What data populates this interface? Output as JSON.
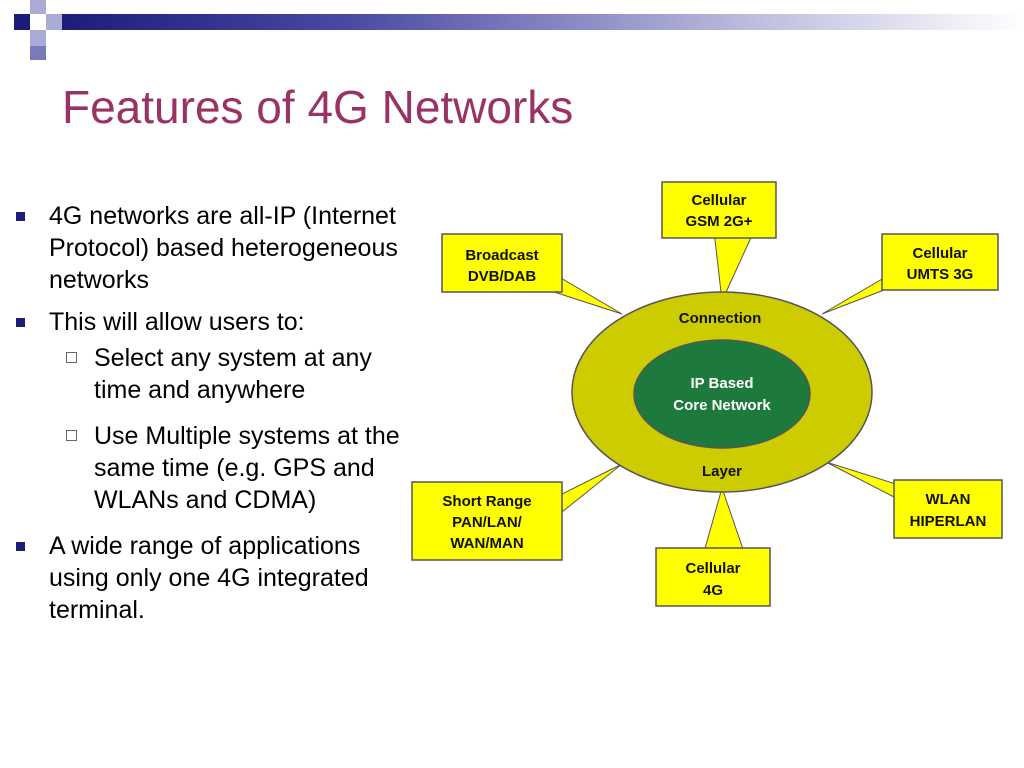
{
  "slide": {
    "title": "Features of 4G Networks",
    "accent_color": "#993366",
    "bar_color": "#1c1c7a"
  },
  "bullets": [
    {
      "text": "4G networks are all-IP (Internet Protocol) based heterogeneous networks",
      "sub": []
    },
    {
      "text": "This will allow users to:",
      "sub": [
        "Select any system at any time and anywhere",
        "Use Multiple systems at the same time (e.g. GPS and WLANs and CDMA)"
      ]
    },
    {
      "text": "A wide range of applications using only one 4G integrated terminal.",
      "sub": []
    }
  ],
  "diagram": {
    "outer_ring": {
      "label_top": "Connection",
      "label_bottom": "Layer",
      "color": "#cccc00"
    },
    "core": {
      "line1": "IP Based",
      "line2": "Core Network",
      "color": "#1e7a3c"
    },
    "box_color": "#ffff00",
    "nodes": {
      "gsm": {
        "line1": "Cellular",
        "line2": "GSM 2G+"
      },
      "broadcast": {
        "line1": "Broadcast",
        "line2": "DVB/DAB"
      },
      "umts": {
        "line1": "Cellular",
        "line2": "UMTS 3G"
      },
      "short_range": {
        "line1": "Short Range",
        "line2": "PAN/LAN/",
        "line3": "WAN/MAN"
      },
      "wlan": {
        "line1": "WLAN",
        "line2": "HIPERLAN"
      },
      "cellular4g": {
        "line1": "Cellular",
        "line2": "4G"
      }
    }
  }
}
